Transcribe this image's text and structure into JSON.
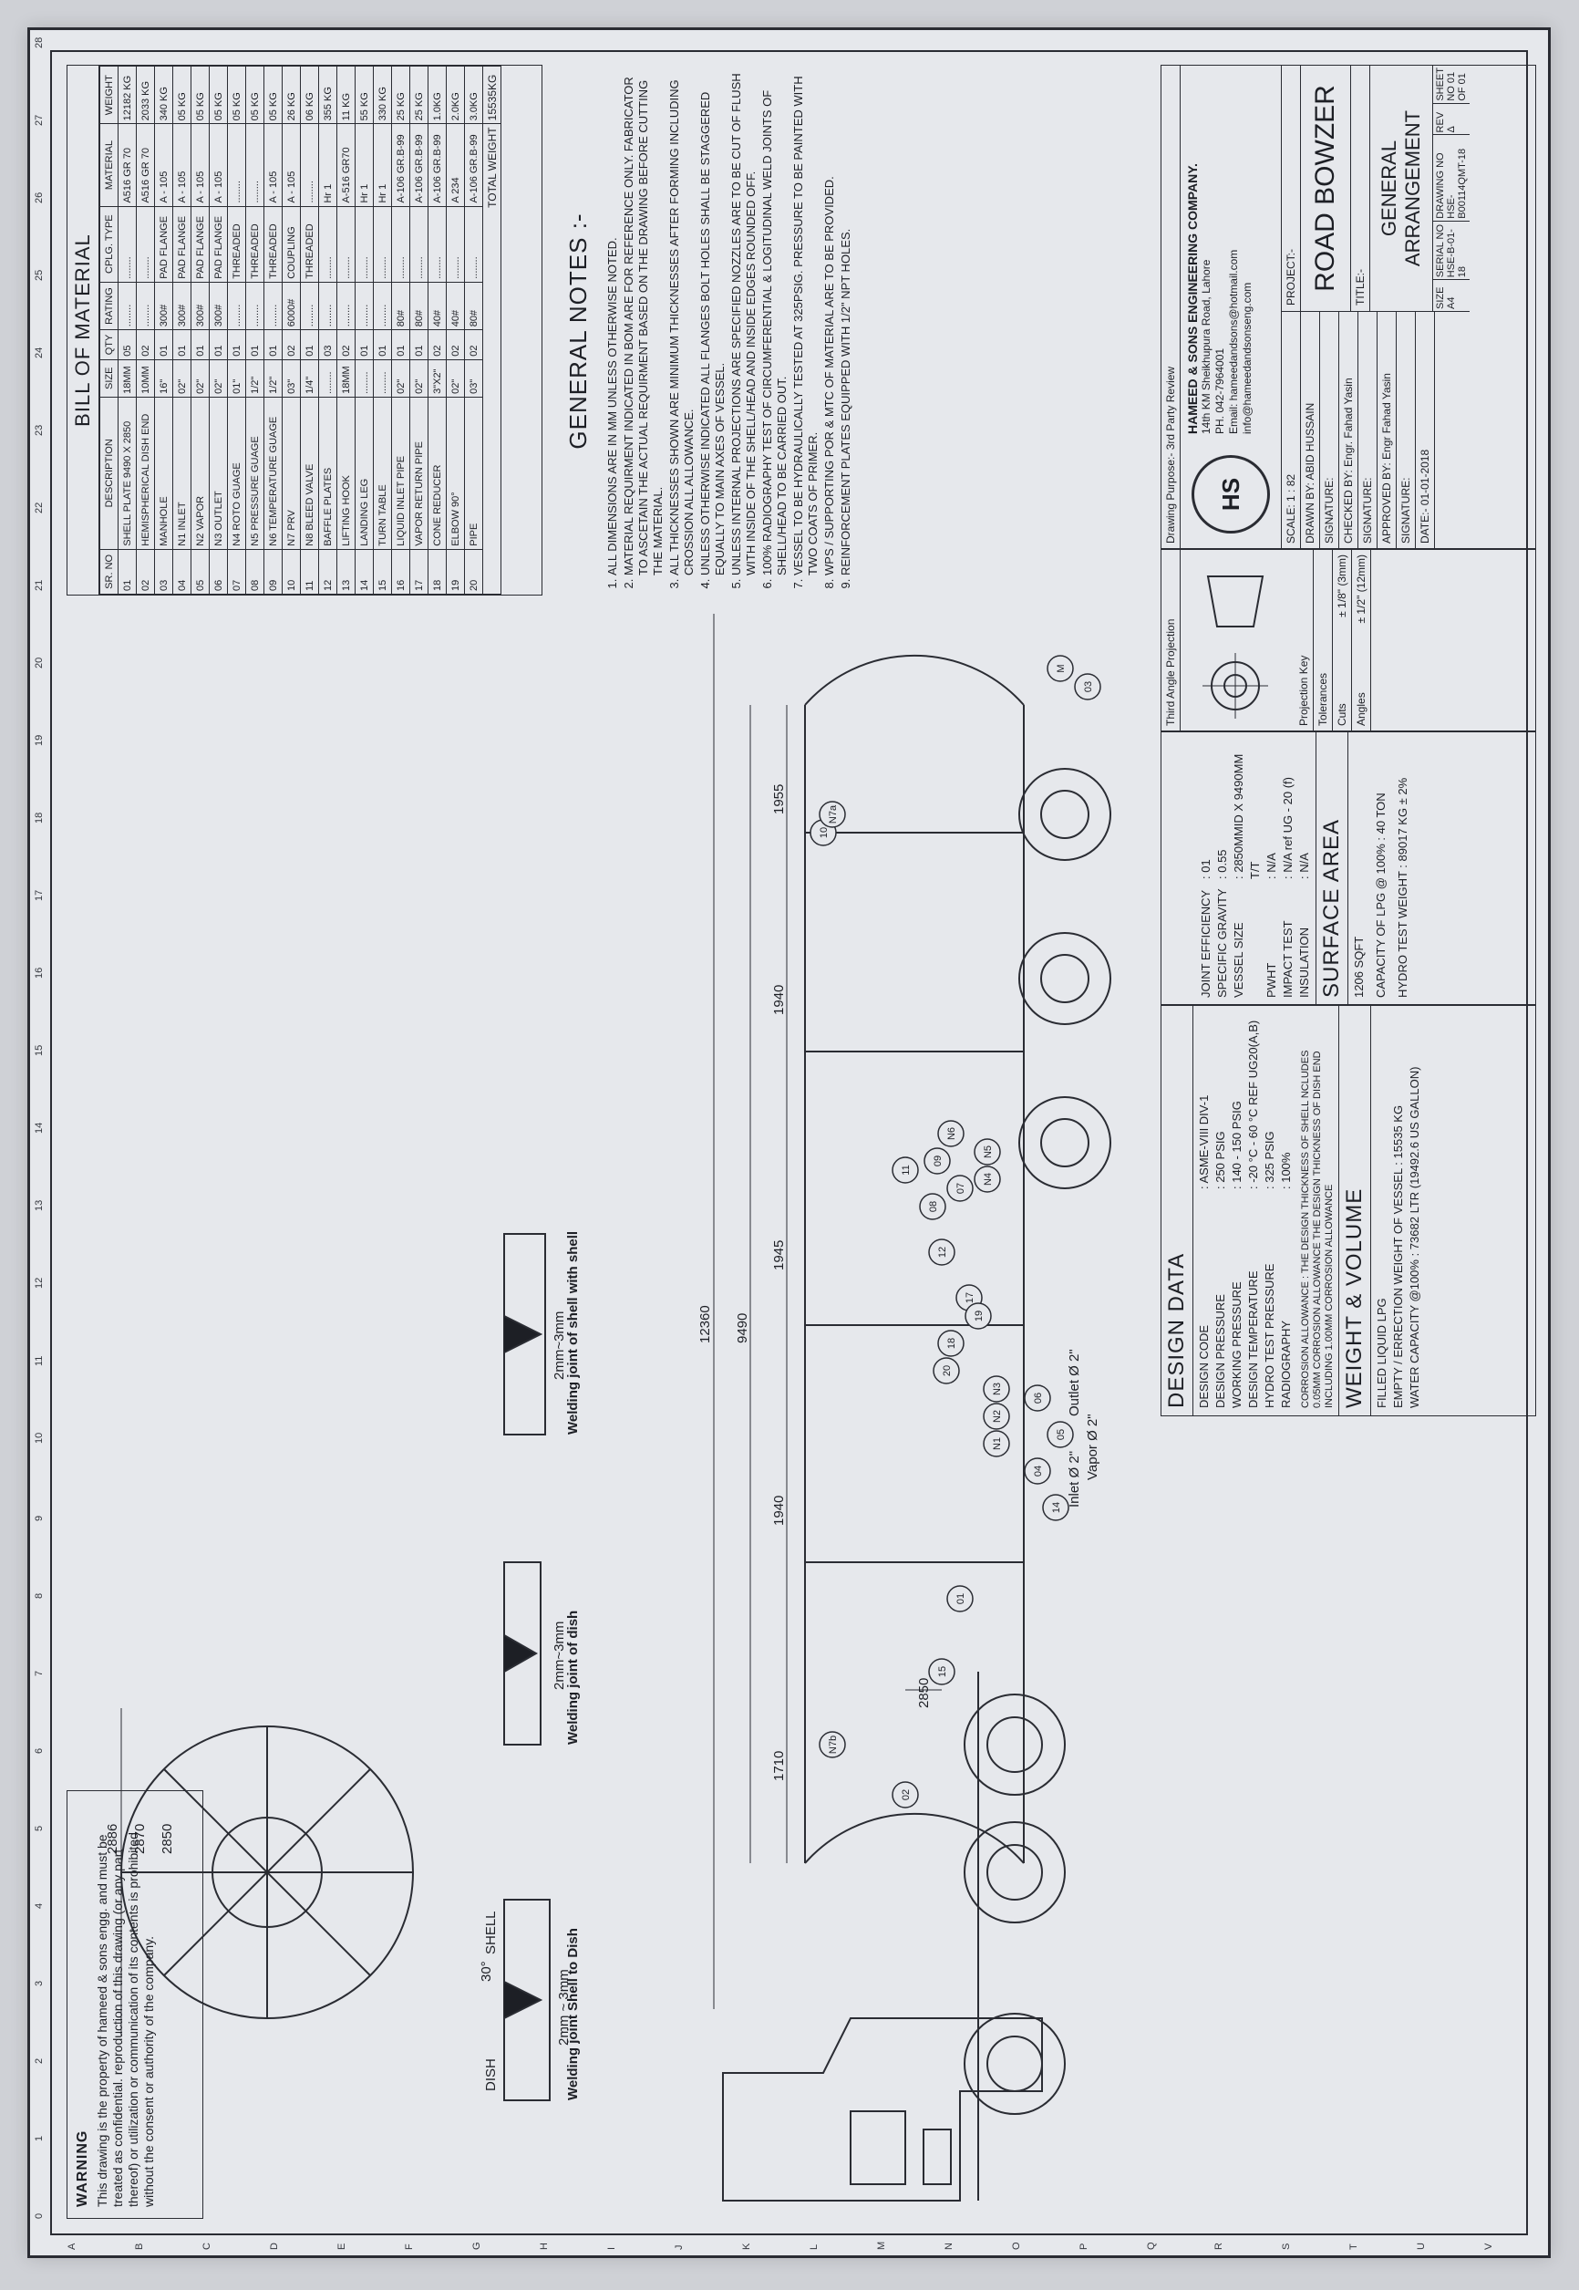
{
  "warning": {
    "heading": "WARNING",
    "text": "This drawing is the property of hameed & sons engg. and must be treated as confidential. reproduction of this drawing (or any part thereof) or utilization or communication of its contents is prohibited without the consent or authority of the company."
  },
  "bom": {
    "title": "BILL OF MATERIAL",
    "headers": [
      "SR. NO",
      "DESCRIPTION",
      "SIZE",
      "QTY",
      "RATING",
      "CPLG. TYPE",
      "MATERIAL",
      "WEIGHT"
    ],
    "rows": [
      [
        "01",
        "SHELL PLATE 9490 X 2850",
        "18MM",
        "05",
        "........",
        "........",
        "A516 GR 70",
        "12182 KG"
      ],
      [
        "02",
        "HEMISPHERICAL DISH END",
        "10MM",
        "02",
        "........",
        "........",
        "A516 GR 70",
        "2033 KG"
      ],
      [
        "03",
        "MANHOLE",
        "16\"",
        "01",
        "300#",
        "PAD FLANGE",
        "A - 105",
        "340 KG"
      ],
      [
        "04",
        "N1 INLET",
        "02\"",
        "01",
        "300#",
        "PAD FLANGE",
        "A - 105",
        "05 KG"
      ],
      [
        "05",
        "N2 VAPOR",
        "02\"",
        "01",
        "300#",
        "PAD FLANGE",
        "A - 105",
        "05 KG"
      ],
      [
        "06",
        "N3 OUTLET",
        "02\"",
        "01",
        "300#",
        "PAD FLANGE",
        "A - 105",
        "05 KG"
      ],
      [
        "07",
        "N4 ROTO GUAGE",
        "01\"",
        "01",
        "........",
        "THREADED",
        "........",
        "05 KG"
      ],
      [
        "08",
        "N5 PRESSURE GUAGE",
        "1/2\"",
        "01",
        "........",
        "THREADED",
        "........",
        "05 KG"
      ],
      [
        "09",
        "N6 TEMPERATURE GUAGE",
        "1/2\"",
        "01",
        "........",
        "THREADED",
        "A - 105",
        "05 KG"
      ],
      [
        "10",
        "N7 PRV",
        "03\"",
        "02",
        "6000#",
        "COUPLING",
        "A - 105",
        "26 KG"
      ],
      [
        "11",
        "N8 BLEED VALVE",
        "1/4\"",
        "01",
        "........",
        "THREADED",
        "........",
        "06 KG"
      ],
      [
        "12",
        "BAFFLE PLATES",
        "........",
        "03",
        "........",
        "........",
        "Hr 1",
        "355 KG"
      ],
      [
        "13",
        "LIFTING HOOK",
        "18MM",
        "02",
        "........",
        "........",
        "A-516 GR70",
        "11 KG"
      ],
      [
        "14",
        "LANDING LEG",
        "........",
        "01",
        "........",
        "........",
        "Hr 1",
        "55 KG"
      ],
      [
        "15",
        "TURN TABLE",
        "........",
        "01",
        "........",
        "........",
        "Hr 1",
        "330 KG"
      ],
      [
        "16",
        "LIQUID INLET PIPE",
        "02\"",
        "01",
        "80#",
        "........",
        "A-106 GR.B-99",
        "25 KG"
      ],
      [
        "17",
        "VAPOR RETURN PIPE",
        "02\"",
        "01",
        "80#",
        "........",
        "A-106 GR.B-99",
        "25 KG"
      ],
      [
        "18",
        "CONE REDUCER",
        "3\"X2\"",
        "02",
        "40#",
        "........",
        "A-106 GR.B-99",
        "1.0KG"
      ],
      [
        "19",
        "ELBOW 90°",
        "02\"",
        "02",
        "40#",
        "........",
        "A 234",
        "2.0KG"
      ],
      [
        "20",
        "PIPE",
        "03\"",
        "02",
        "80#",
        "........",
        "A-106 GR.B-99",
        "3.0KG"
      ]
    ],
    "total_label": "TOTAL WEIGHT",
    "total_value": "15535KG"
  },
  "notes": {
    "title": "GENERAL NOTES :-",
    "items": [
      "ALL DIMENSIONS ARE IN MM UNLESS OTHERWISE NOTED.",
      "MATERIAL REQUIRMENT INDICATED IN BOM ARE FOR REFERENCE ONLY. FABRICATOR TO ASCETAIN THE ACTUAL REQUIRMENT BASED ON THE DRAWING BEFORE CUTTING THE MATERIAL.",
      "ALL THICKNESSES SHOWN ARE MINIMUM THICKNESSES AFTER FORMING INCLUDING CROSSION ALL ALLOWANCE.",
      "UNLESS OTHERWISE INDICATED ALL FLANGES BOLT HOLES SHALL BE STAGGERED EQUALLY TO MAIN AXES OF VESSEL.",
      "UNLESS INTERNAL PROJECTIONS ARE SPECIFIED NOZZLES ARE TO BE CUT OF FLUSH WITH INSIDE OF THE SHELL/HEAD AND INSIDE EDGES ROUNDED OFF.",
      "100% RADIOGRAPHY TEST OF CIRCUMFERENTIAL & LOGITUDINAL WELD JOINTS OF SHELL/HEAD TO BE CARRIED OUT.",
      "VESSEL TO BE HYDRAULICALLY TESTED AT 325PSIG. PRESSURE TO BE PAINTED WITH TWO COATS OF PRIMER.",
      "WPS / SUPPORTING POR & MTC OF MATERIAL ARE TO BE PROVIDED.",
      "REINFORCEMENT PLATES EQUIPPED WITH 1/2\" NPT HOLES."
    ]
  },
  "design": {
    "title": "DESIGN DATA",
    "rows": [
      [
        "DESIGN CODE",
        ":  ASME-VIII DIV-1"
      ],
      [
        "DESIGN PRESSURE",
        ":  250 PSIG"
      ],
      [
        "WORKING PRESSURE",
        ":  140 - 150 PSIG"
      ],
      [
        "DESIGN TEMPERATURE",
        ":  -20 °C - 60 °C  REF UG20(A,B)"
      ],
      [
        "HYDRO TEST PRESSURE",
        ":  325 PSIG"
      ],
      [
        "RADIOGRAPHY",
        ":  100%"
      ]
    ],
    "corrosion": "CORROSION ALLOWANCE : THE DESIGN THICKNESS OF SHELL NCLUDES 0.05MM CORROSION ALLOWANCE THE DESIGN THICKNESS OF DISH END INCLUDING 1.00MM CORROSION ALLOWANCE",
    "right_rows": [
      [
        "JOINT EFFICIENCY",
        ":  01"
      ],
      [
        "SPECIFIC GRAVITY",
        ":  0.55"
      ],
      [
        "VESSEL SIZE",
        ":  2850MMID X 9490MM T/T"
      ],
      [
        "PWHT",
        ":  N/A"
      ],
      [
        "IMPACT TEST",
        ":  N/A   ref UG - 20 (f)"
      ],
      [
        "INSULATION",
        ":  N/A"
      ]
    ]
  },
  "surface": {
    "title": "SURFACE AREA",
    "value": "1206 SQFT"
  },
  "weight": {
    "title": "WEIGHT & VOLUME",
    "filled": "FILLED LIQUID     LPG",
    "empty": "EMPTY / ERRECTION WEIGHT OF VESSEL : 15535 KG",
    "water": "WATER CAPACITY @100% : 73682 LTR (19492.6 US GALLON)",
    "capacity": "CAPACITY OF LPG @ 100%   :   40 TON",
    "hydro": "HYDRO TEST WEIGHT  :  89017 KG ± 2%"
  },
  "projection": {
    "heading": "Third Angle Projection",
    "key": "Projection Key",
    "tolerances": "Tolerances",
    "cuts_label": "Cuts",
    "cuts_value": "± 1/8\" (3mm)",
    "angles_label": "Angles",
    "angles_value": "± 1/2\" (12mm)"
  },
  "titleblock": {
    "purpose": "Drawing Purpose:-   3rd Party Review",
    "company": "HAMEED & SONS ENGINEERING COMPANY.",
    "address": "14th KM Sheikhupura Road, Lahore",
    "phone": "PH. 042-7964001",
    "email": "Email: hameedandsons@hotmail.com",
    "email2": "info@hameedandsonseng.com",
    "logo": "HS",
    "scale": "SCALE:   1 : 82",
    "drawn": "DRAWN BY:      ABID HUSSAIN",
    "signature1": "SIGNATURE:",
    "checked": "CHECKED BY:  Engr. Fahad Yasin",
    "signature2": "SIGNATURE:",
    "approved": "APPROVED BY: Engr Fahad Yasin",
    "signature3": "SIGNATURE:",
    "date": "DATE:-   01-01-2018",
    "project_label": "PROJECT:-",
    "project": "ROAD BOWZER",
    "title_label": "TITLE:-",
    "title": "GENERAL ARRANGEMENT",
    "size_label": "SIZE",
    "size": "A4",
    "serial_label": "SERIAL NO",
    "serial": "HSE-B-01-18",
    "drawing_label": "DRAWING NO",
    "drawing": "HSE-B00114QMT-18",
    "rev_label": "REV",
    "rev": "Δ",
    "sheet_label": "SHEET",
    "sheet": "NO  01  OF  01"
  },
  "drawing": {
    "dims": [
      "12360",
      "9490",
      "2850",
      "1710",
      "1940",
      "1945",
      "1940",
      "1955",
      "18",
      "10"
    ],
    "inlet": "Inlet Ø 2\"",
    "vapor": "Vapor Ø 2\"",
    "outlet": "Outlet Ø 2\"",
    "balloons": [
      "01",
      "02",
      "03",
      "04",
      "05",
      "06",
      "07",
      "08",
      "09",
      "10",
      "11",
      "12",
      "14",
      "15",
      "17",
      "18",
      "19",
      "20",
      "N1",
      "N2",
      "N3",
      "N4",
      "N5",
      "N6",
      "N7a",
      "N7b",
      "M"
    ],
    "end_dims": [
      "2886",
      "2870",
      "2850"
    ],
    "weld1_title": "Welding joint Shell to Dish",
    "weld1_dish": "DISH",
    "weld1_shell": "SHELL",
    "weld1_gap": "2mm ~ 3mm",
    "weld2_title": "Welding joint of dish",
    "weld2_gap": "2mm~3mm",
    "weld3_title": "Welding joint of shell with shell",
    "weld3_gap": "2mm~3mm",
    "angle": "30°",
    "ten": "10",
    "eighteen": "18"
  },
  "zones": {
    "cols": [
      "0",
      "1",
      "2",
      "3",
      "4",
      "5",
      "6",
      "7",
      "8",
      "9",
      "10",
      "11",
      "12",
      "13",
      "14",
      "15",
      "16",
      "17",
      "18",
      "19",
      "20",
      "21",
      "22",
      "23",
      "24",
      "25",
      "26",
      "27",
      "28"
    ],
    "rows": [
      "A",
      "B",
      "C",
      "D",
      "E",
      "F",
      "G",
      "H",
      "I",
      "J",
      "K",
      "L",
      "M",
      "N",
      "O",
      "P",
      "Q",
      "R",
      "S",
      "T",
      "U",
      "V"
    ]
  }
}
